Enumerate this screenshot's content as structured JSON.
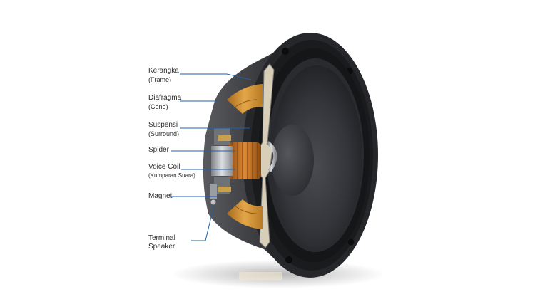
{
  "labels": {
    "frame": {
      "line1": "Kerangka",
      "line2": "(Frame)"
    },
    "cone": {
      "line1": "Diafragma",
      "line2": "(Cone)"
    },
    "surround": {
      "line1": "Suspensi",
      "line2": "(Surround)"
    },
    "spider": {
      "line1": "Spider"
    },
    "voice_coil": {
      "line1": "Voice Coil",
      "line2": "(Kumparan Suara)"
    },
    "magnet": {
      "line1": "Magnet"
    },
    "terminal": {
      "line1": "Terminal",
      "line2": "Speaker"
    }
  },
  "colors": {
    "leader_line": "#1f5fa8",
    "frame": "#2a2b2e",
    "cone": "#3a3b3f",
    "surround": "#1b1c1e",
    "coil_copper": "#c46a1e",
    "spider": "#d49a3a",
    "magnet_metal": "#b9bcc0",
    "inner_steel": "#8fb3c9"
  }
}
